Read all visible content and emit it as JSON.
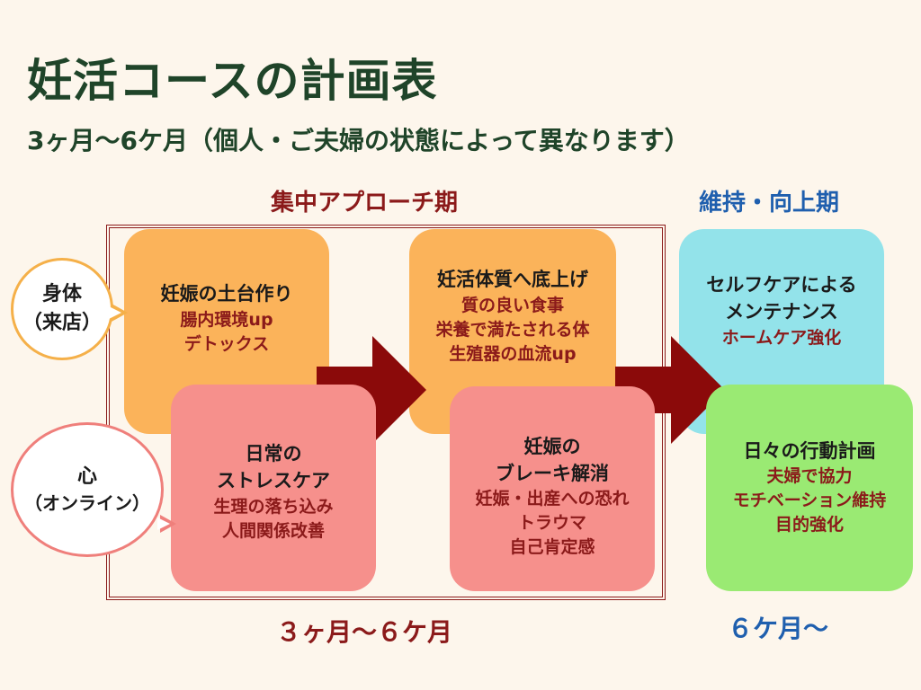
{
  "title": "妊活コースの計画表",
  "subtitle": "3ヶ月〜6ケ月（個人・ご夫婦の状態によって異なります）",
  "phases": {
    "intensive": "集中アプローチ期",
    "maintain": "維持・向上期"
  },
  "durations": {
    "intensive": "３ヶ月〜６ケ月",
    "maintain": "６ケ月〜"
  },
  "bubbles": {
    "body": [
      "身体",
      "（来店）"
    ],
    "mind": [
      "心",
      "（オンライン）"
    ]
  },
  "boxes": {
    "body_1": {
      "head": "妊娠の土台作り",
      "lines": [
        "腸内環境up",
        "デトックス"
      ]
    },
    "mind_1": {
      "head": [
        "日常の",
        "ストレスケア"
      ],
      "lines": [
        "生理の落ち込み",
        "人間関係改善"
      ]
    },
    "body_2": {
      "head": "妊活体質へ底上げ",
      "lines": [
        "質の良い食事",
        "栄養で満たされる体",
        "生殖器の血流up"
      ]
    },
    "mind_2": {
      "head": [
        "妊娠の",
        "ブレーキ解消"
      ],
      "lines": [
        "妊娠・出産への恐れ",
        "トラウマ",
        "自己肯定感"
      ]
    },
    "body_3": {
      "head": [
        "セルフケアによる",
        "メンテナンス"
      ],
      "lines": [
        "ホームケア強化"
      ]
    },
    "mind_3": {
      "head": "日々の行動計画",
      "lines": [
        "夫婦で協力",
        "モチベーション維持",
        "目的強化"
      ]
    }
  },
  "colors": {
    "title": "#1f4429",
    "accent_red": "#8b1a1a",
    "accent_blue": "#1f5fae",
    "body_box": "#fbb35a",
    "mind_box": "#f6908c",
    "maintain_body_box": "#93e3ea",
    "maintain_mind_box": "#9aea73",
    "arrow": "#8b0a0a",
    "background": "#fdf6ec"
  }
}
